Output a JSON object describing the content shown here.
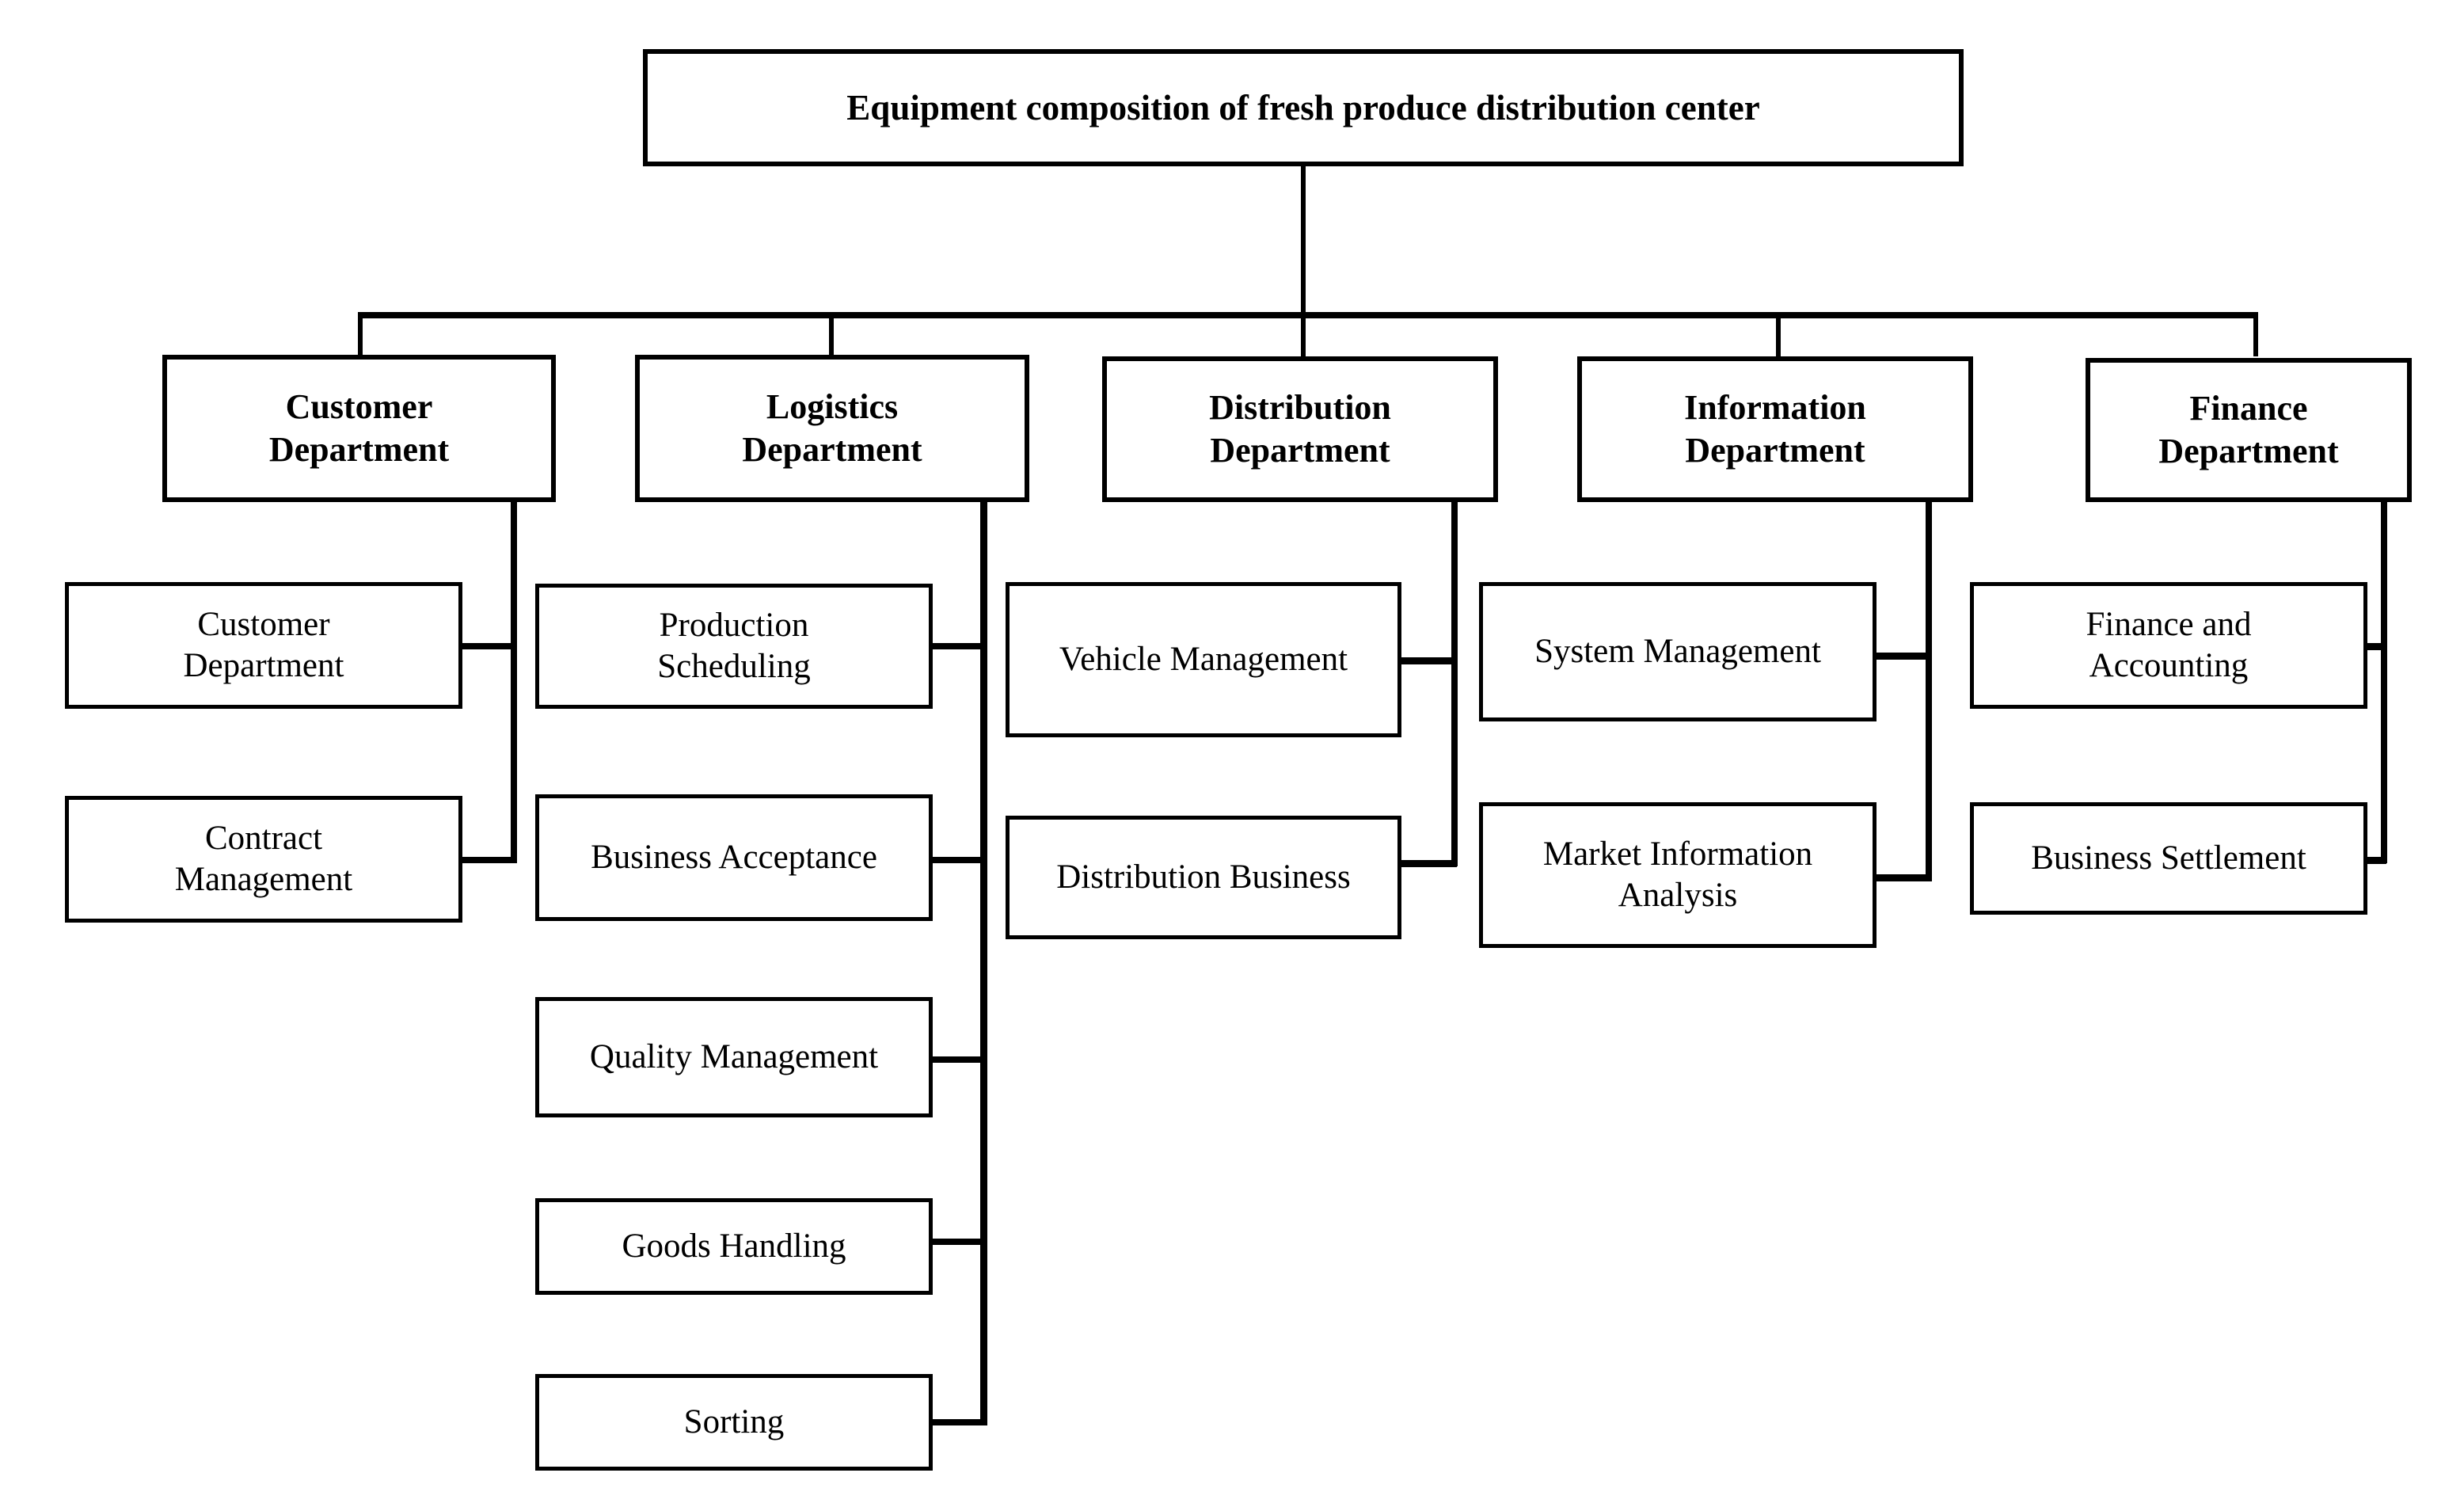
{
  "diagram": {
    "kind": "organizational-hierarchy-chart",
    "root": {
      "label": "Equipment composition of  fresh produce distribution center"
    },
    "departments": [
      {
        "id": "customer",
        "label": "Customer\nDepartment",
        "children": [
          {
            "id": "customer-department",
            "label": "Customer\nDepartment"
          },
          {
            "id": "contract-management",
            "label": "Contract\nManagement"
          }
        ]
      },
      {
        "id": "logistics",
        "label": "Logistics\nDepartment",
        "children": [
          {
            "id": "production-scheduling",
            "label": "Production\nScheduling"
          },
          {
            "id": "business-acceptance",
            "label": "Business Acceptance"
          },
          {
            "id": "quality-management",
            "label": "Quality Management"
          },
          {
            "id": "goods-handling",
            "label": "Goods Handling"
          },
          {
            "id": "sorting",
            "label": "Sorting"
          }
        ]
      },
      {
        "id": "distribution",
        "label": "Distribution\nDepartment",
        "children": [
          {
            "id": "vehicle-management",
            "label": "Vehicle Management"
          },
          {
            "id": "distribution-business",
            "label": "Distribution Business"
          }
        ]
      },
      {
        "id": "information",
        "label": "Information\nDepartment",
        "children": [
          {
            "id": "system-management",
            "label": "System Management"
          },
          {
            "id": "market-information-analysis",
            "label": "Market Information\nAnalysis"
          }
        ]
      },
      {
        "id": "finance",
        "label": "Finance\nDepartment",
        "children": [
          {
            "id": "finance-and-accounting",
            "label": "Finance and\nAccounting"
          },
          {
            "id": "business-settlement",
            "label": "Business Settlement"
          }
        ]
      }
    ],
    "style": {
      "line_color": "#000000",
      "box_fill": "#ffffff",
      "background": "#ffffff"
    }
  }
}
